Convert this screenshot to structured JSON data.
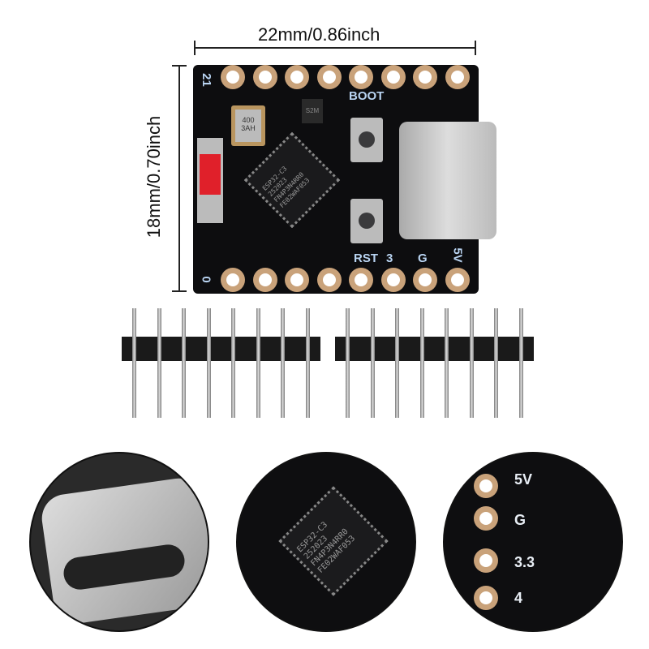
{
  "dimensions": {
    "width_label": "22mm/0.86inch",
    "height_label": "18mm/0.70inch"
  },
  "board": {
    "pin_labels": {
      "top_left": "21",
      "bottom_left": "0"
    },
    "buttons": {
      "boot": "BOOT",
      "reset": "RST"
    },
    "silk_labels": [
      "3",
      "G",
      "5V"
    ],
    "chip_marking": [
      "ESP32-C3",
      "252023",
      "FN4P3N4RR0",
      "FE02WAF053"
    ],
    "crystal_marking": "400 3AH",
    "regulator_marking": "S2M"
  },
  "insets": {
    "right_labels": [
      "5V",
      "G",
      "3.3",
      "4"
    ],
    "middle_chip": [
      "ESP32-C3",
      "252023",
      "FN4P3N4RR0",
      "FE02WAF053"
    ]
  }
}
